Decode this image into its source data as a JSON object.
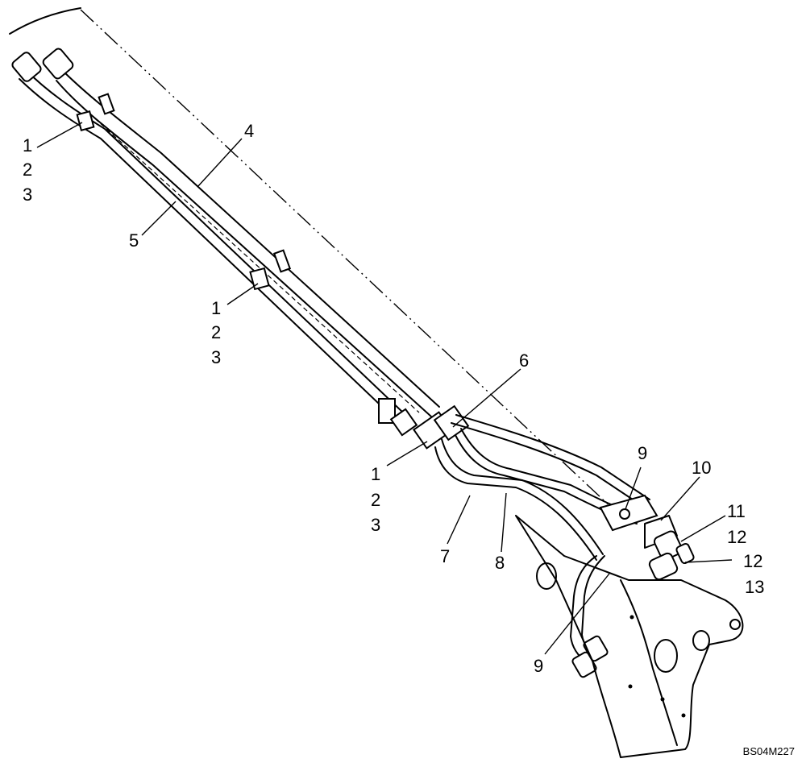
{
  "figure_code": "BS04M227",
  "callouts": {
    "c1a": [
      "1",
      "2",
      "3"
    ],
    "c1b": [
      "1",
      "2",
      "3"
    ],
    "c1c": [
      "1",
      "2",
      "3"
    ],
    "c4": "4",
    "c5": "5",
    "c6": "6",
    "c7": "7",
    "c8": "8",
    "c9a": "9",
    "c9b": "9",
    "c10": "10",
    "c11": "11",
    "c12a": "12",
    "c12b": "12",
    "c13": "13"
  }
}
